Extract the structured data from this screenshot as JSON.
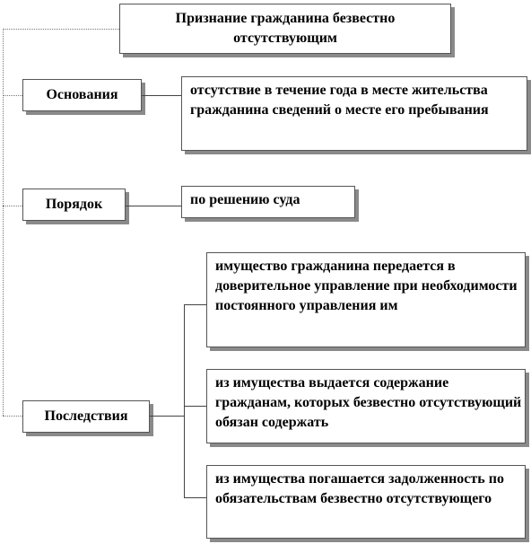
{
  "diagram": {
    "title": "Признание гражданина безвестно отсутствующим",
    "branches": [
      {
        "label": "Основания",
        "items": [
          "отсутствие в течение года в месте жительства гражданина сведений о месте его пребывания"
        ]
      },
      {
        "label": "Порядок",
        "items": [
          "по решению суда"
        ]
      },
      {
        "label": "Последствия",
        "items": [
          "имущество гражданина передается в доверительное управление при необходимости постоянного управления им",
          "из имущества выдается содержание гражданам, которых безвестно отсутствующий обязан содержать",
          "из имущества погашается задолженность по обязательствам безвестно отсутствующего"
        ]
      }
    ]
  }
}
